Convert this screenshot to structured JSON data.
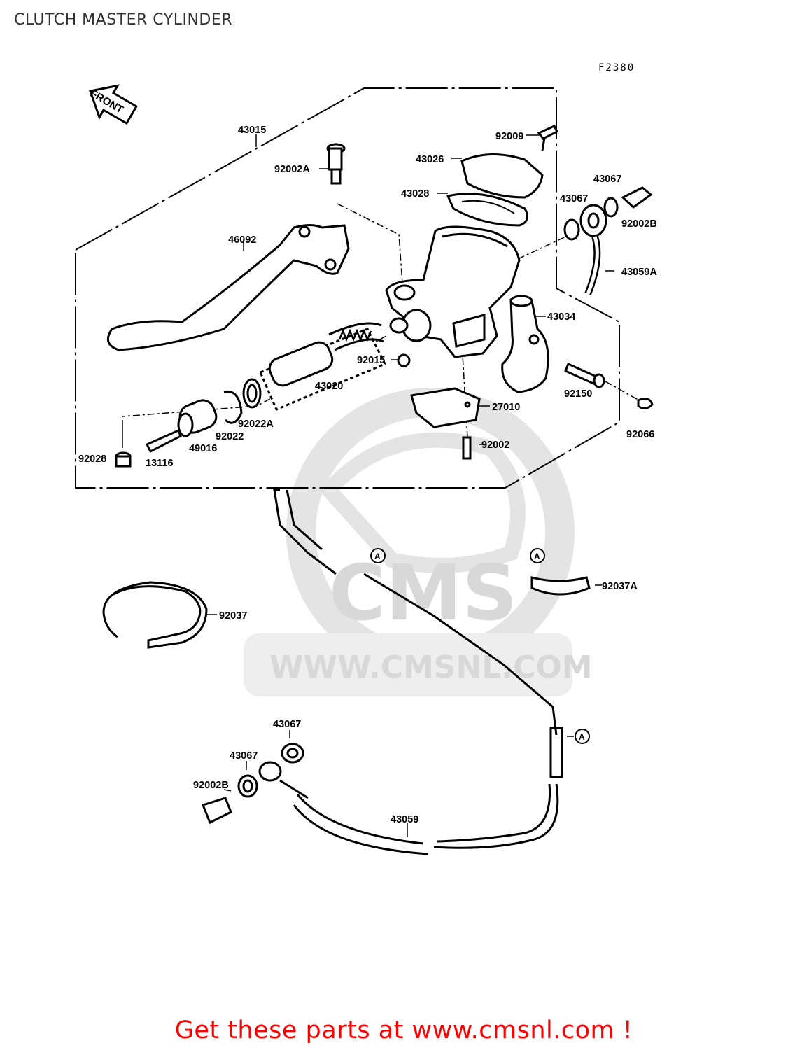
{
  "header": {
    "title": "CLUTCH MASTER CYLINDER",
    "figure_code": "F2380"
  },
  "watermark": {
    "brand": "CMS",
    "url": "WWW.CMSNL.COM"
  },
  "front_arrow": {
    "label": "FRONT"
  },
  "part_labels": {
    "p43015": "43015",
    "p92009": "92009",
    "p43026": "43026",
    "p92002A": "92002A",
    "p43028": "43028",
    "p43067_top_right": "43067",
    "p43067_top_left": "43067",
    "p92002B_top": "92002B",
    "p46092": "46092",
    "p43059A": "43059A",
    "p43034": "43034",
    "p92015": "92015",
    "p43020": "43020",
    "p92150": "92150",
    "p27010": "27010",
    "p92022A": "92022A",
    "p92022": "92022",
    "p49016": "49016",
    "p92066": "92066",
    "p92002": "92002",
    "p92028": "92028",
    "p13116": "13116",
    "p92037A": "92037A",
    "p92037": "92037",
    "p43067_bottom_upper": "43067",
    "p43067_bottom_lower": "43067",
    "p92002B_bottom": "92002B",
    "p43059": "43059"
  },
  "reference_markers": {
    "a1": "A",
    "a2": "A",
    "a3": "A"
  },
  "footer": {
    "text": "Get these parts at www.cmsnl.com !"
  }
}
